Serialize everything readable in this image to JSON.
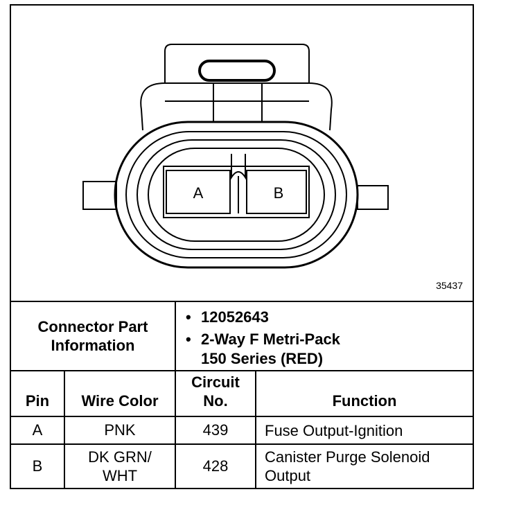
{
  "diagram": {
    "figure_id": "35437",
    "pins": [
      "A",
      "B"
    ]
  },
  "connector": {
    "label_line1": "Connector Part",
    "label_line2": "Information",
    "part_number": "12052643",
    "desc_line1": "2-Way F Metri-Pack",
    "desc_line2": "150 Series (RED)"
  },
  "table": {
    "headers": {
      "pin": "Pin",
      "wire_color": "Wire Color",
      "circuit_line1": "Circuit",
      "circuit_line2": "No.",
      "function": "Function"
    },
    "rows": [
      {
        "pin": "A",
        "wire_line1": "PNK",
        "wire_line2": "",
        "circuit": "439",
        "function_line1": "Fuse Output-Ignition",
        "function_line2": ""
      },
      {
        "pin": "B",
        "wire_line1": "DK GRN/",
        "wire_line2": "WHT",
        "circuit": "428",
        "function_line1": "Canister Purge Solenoid",
        "function_line2": "Output"
      }
    ]
  }
}
